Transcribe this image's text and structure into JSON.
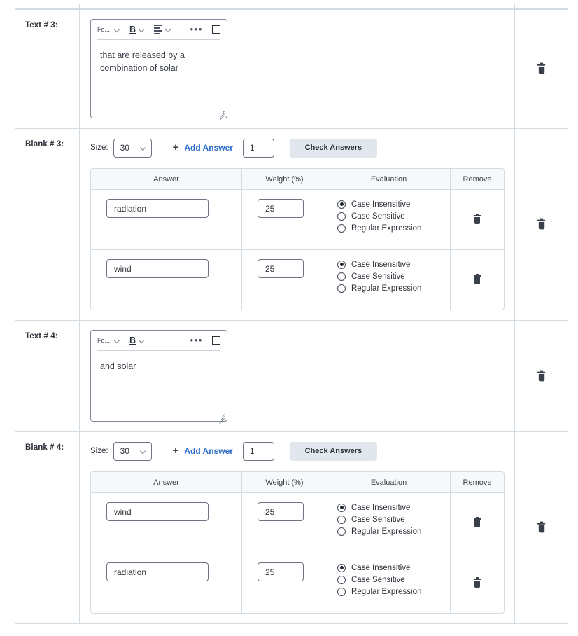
{
  "sections": [
    {
      "id": "text-3",
      "type": "text",
      "label": "Text # 3:",
      "editor": {
        "toolbar": {
          "font_label": "Fo...",
          "bold_label": "B",
          "more_label": "•••",
          "has_align": true,
          "icons": [
            "font-dropdown-icon",
            "bold-icon",
            "align-icon",
            "more-options-icon",
            "fullscreen-icon"
          ]
        },
        "content": "that are released by a combination of solar"
      }
    },
    {
      "id": "blank-3",
      "type": "blank",
      "label": "Blank # 3:",
      "controls": {
        "size_label": "Size:",
        "size_value": "30",
        "plus_label": "+",
        "add_answer_label": "Add Answer",
        "add_count": "1",
        "check_answers_label": "Check Answers"
      },
      "table": {
        "headers": [
          "Answer",
          "Weight (%)",
          "Evaluation",
          "Remove"
        ],
        "evaluation_options": [
          "Case Insensitive",
          "Case Sensitive",
          "Regular Expression"
        ],
        "rows": [
          {
            "answer": "radiation",
            "weight": "25",
            "evaluation_selected": 0
          },
          {
            "answer": "wind",
            "weight": "25",
            "evaluation_selected": 0
          }
        ]
      }
    },
    {
      "id": "text-4",
      "type": "text",
      "label": "Text # 4:",
      "editor": {
        "toolbar": {
          "font_label": "Fo...",
          "bold_label": "B",
          "more_label": "•••",
          "has_align": false,
          "icons": [
            "font-dropdown-icon",
            "bold-icon",
            "more-options-icon",
            "fullscreen-icon"
          ]
        },
        "content": "and solar"
      }
    },
    {
      "id": "blank-4",
      "type": "blank",
      "label": "Blank # 4:",
      "controls": {
        "size_label": "Size:",
        "size_value": "30",
        "plus_label": "+",
        "add_answer_label": "Add Answer",
        "add_count": "1",
        "check_answers_label": "Check Answers"
      },
      "table": {
        "headers": [
          "Answer",
          "Weight (%)",
          "Evaluation",
          "Remove"
        ],
        "evaluation_options": [
          "Case Insensitive",
          "Case Sensitive",
          "Regular Expression"
        ],
        "rows": [
          {
            "answer": "wind",
            "weight": "25",
            "evaluation_selected": 0
          },
          {
            "answer": "radiation",
            "weight": "25",
            "evaluation_selected": 0
          }
        ]
      }
    }
  ],
  "colors": {
    "link": "#2d6cc8",
    "border": "#d3dce4",
    "input_border": "#6d7583",
    "header_bg": "#f6f8fb",
    "button_bg": "#e2e7ee",
    "text": "#2c3038"
  }
}
